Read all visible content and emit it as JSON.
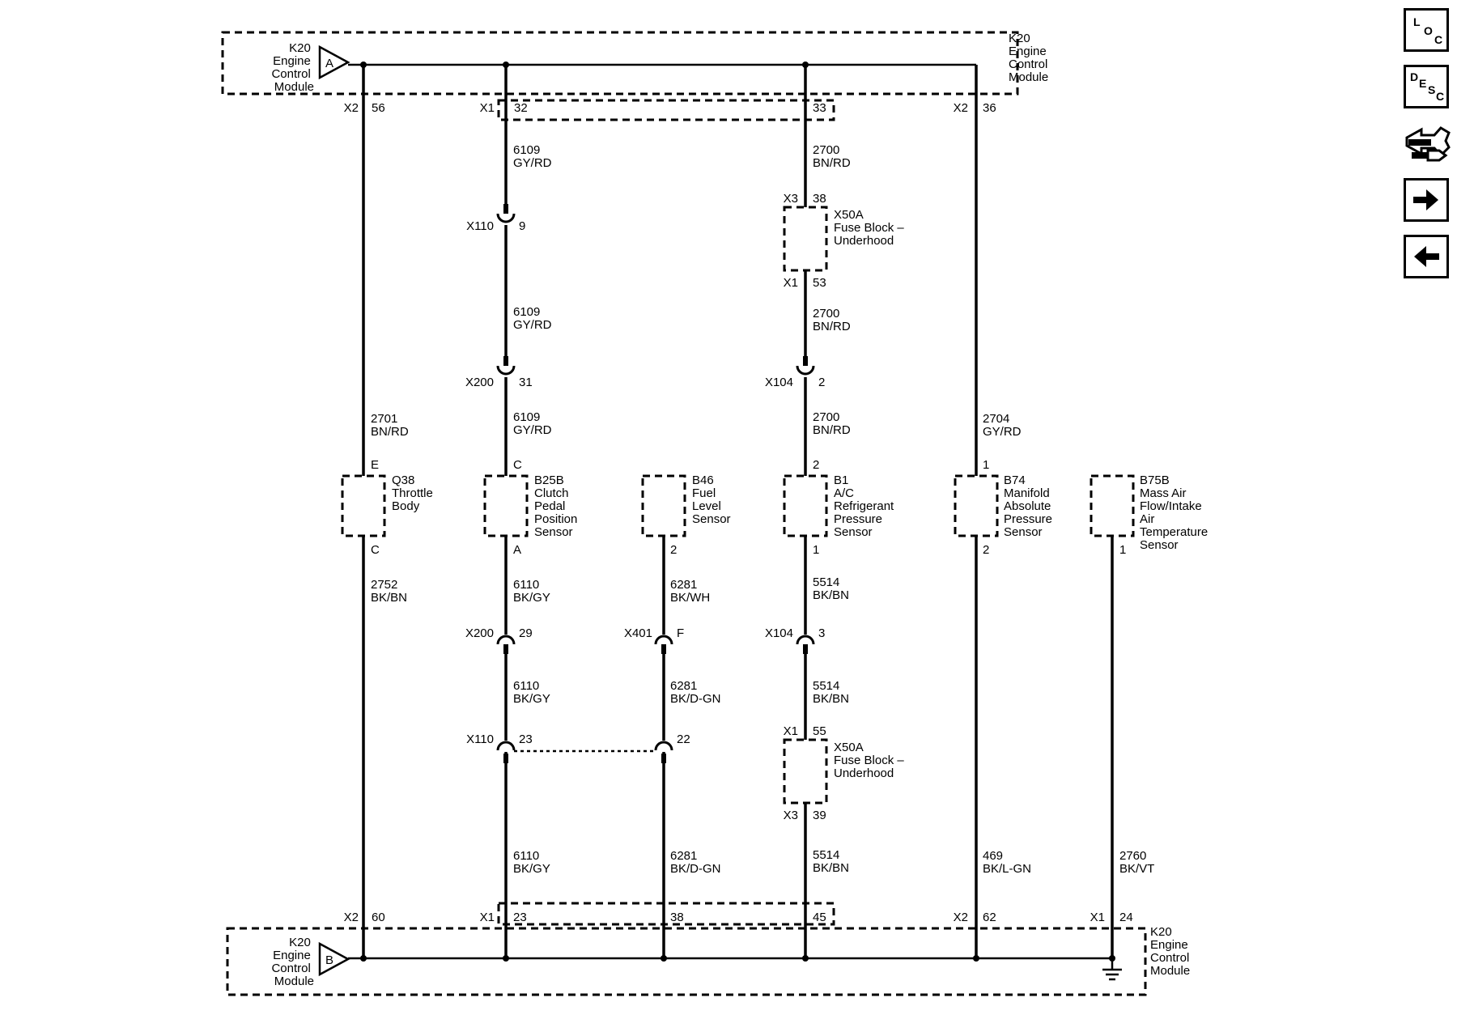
{
  "module_top": {
    "left_label": [
      "K20",
      "Engine",
      "Control",
      "Module"
    ],
    "right_label": [
      "K20",
      "Engine",
      "Control",
      "Module"
    ],
    "connector_tag": "A"
  },
  "module_bottom": {
    "left_label": [
      "K20",
      "Engine",
      "Control",
      "Module"
    ],
    "right_label": [
      "K20",
      "Engine",
      "Control",
      "Module"
    ],
    "connector_tag": "B"
  },
  "top_pins": [
    {
      "conn": "X2",
      "pin": "56"
    },
    {
      "conn": "X1",
      "pin": "32"
    },
    {
      "conn": "",
      "pin": "33"
    },
    {
      "conn": "X2",
      "pin": "36"
    }
  ],
  "bottom_pins": [
    {
      "conn": "X2",
      "pin": "60"
    },
    {
      "conn": "X1",
      "pin": "23"
    },
    {
      "conn": "",
      "pin": "38"
    },
    {
      "conn": "",
      "pin": "45"
    },
    {
      "conn": "X2",
      "pin": "62"
    },
    {
      "conn": "X1",
      "pin": "24"
    }
  ],
  "wire_labels": [
    {
      "circuit": "6109",
      "color": "GY/RD"
    },
    {
      "circuit": "6109",
      "color": "GY/RD"
    },
    {
      "circuit": "6109",
      "color": "GY/RD"
    },
    {
      "circuit": "2700",
      "color": "BN/RD"
    },
    {
      "circuit": "2700",
      "color": "BN/RD"
    },
    {
      "circuit": "2700",
      "color": "BN/RD"
    },
    {
      "circuit": "2701",
      "color": "BN/RD"
    },
    {
      "circuit": "2704",
      "color": "GY/RD"
    },
    {
      "circuit": "2752",
      "color": "BK/BN"
    },
    {
      "circuit": "6110",
      "color": "BK/GY"
    },
    {
      "circuit": "6110",
      "color": "BK/GY"
    },
    {
      "circuit": "6110",
      "color": "BK/GY"
    },
    {
      "circuit": "6281",
      "color": "BK/WH"
    },
    {
      "circuit": "6281",
      "color": "BK/D-GN"
    },
    {
      "circuit": "6281",
      "color": "BK/D-GN"
    },
    {
      "circuit": "5514",
      "color": "BK/BN"
    },
    {
      "circuit": "5514",
      "color": "BK/BN"
    },
    {
      "circuit": "5514",
      "color": "BK/BN"
    },
    {
      "circuit": "469",
      "color": "BK/L-GN"
    },
    {
      "circuit": "2760",
      "color": "BK/VT"
    }
  ],
  "inline_connectors": [
    {
      "name": "X110",
      "pin": "9"
    },
    {
      "name": "X200",
      "pin": "31"
    },
    {
      "name": "X104",
      "pin": "2"
    },
    {
      "name": "X200",
      "pin": "29"
    },
    {
      "name": "X401",
      "pin": "F"
    },
    {
      "name": "X104",
      "pin": "3"
    },
    {
      "name": "X110",
      "pin": "23"
    },
    {
      "name": "",
      "pin": "22"
    }
  ],
  "fuse_blocks": [
    {
      "top_conn": "X3",
      "top_pin": "38",
      "bottom_conn": "X1",
      "bottom_pin": "53",
      "name": "X50A",
      "desc": [
        "Fuse Block –",
        "Underhood"
      ]
    },
    {
      "top_conn": "X1",
      "top_pin": "55",
      "bottom_conn": "X3",
      "bottom_pin": "39",
      "name": "X50A",
      "desc": [
        "Fuse Block –",
        "Underhood"
      ]
    }
  ],
  "components": [
    {
      "id": "Q38",
      "desc": [
        "Throttle",
        "Body"
      ],
      "top_pin": "E",
      "bottom_pin": "C"
    },
    {
      "id": "B25B",
      "desc": [
        "Clutch",
        "Pedal",
        "Position",
        "Sensor"
      ],
      "top_pin": "C",
      "bottom_pin": "A"
    },
    {
      "id": "B46",
      "desc": [
        "Fuel",
        "Level",
        "Sensor"
      ],
      "top_pin": "",
      "bottom_pin": "2"
    },
    {
      "id": "B1",
      "desc": [
        "A/C",
        "Refrigerant",
        "Pressure",
        "Sensor"
      ],
      "top_pin": "2",
      "bottom_pin": "1"
    },
    {
      "id": "B74",
      "desc": [
        "Manifold",
        "Absolute",
        "Pressure",
        "Sensor"
      ],
      "top_pin": "1",
      "bottom_pin": "2"
    },
    {
      "id": "B75B",
      "desc": [
        "Mass Air",
        "Flow/Intake",
        "Air",
        "Temperature",
        "Sensor"
      ],
      "top_pin": "",
      "bottom_pin": "1"
    }
  ],
  "toolbar": {
    "loc": {
      "l": "L",
      "o": "O",
      "c": "C"
    },
    "desc": {
      "d": "D",
      "e": "E",
      "s": "S",
      "c": "C"
    },
    "icons": [
      "connector-icon",
      "arrow-right-icon",
      "arrow-left-icon"
    ]
  }
}
